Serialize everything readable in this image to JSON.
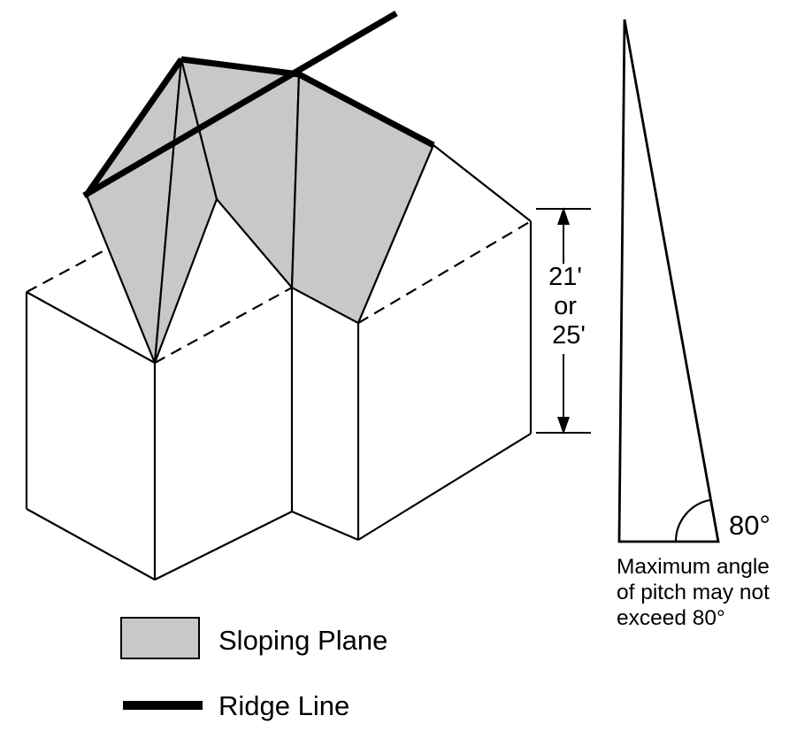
{
  "figure": {
    "dimension": {
      "lines": [
        "21'",
        "or",
        "25'"
      ]
    },
    "angle": {
      "label": "80°"
    },
    "pitch_note": {
      "lines": [
        "Maximum angle",
        "of pitch may not",
        "exceed 80°"
      ]
    },
    "legend": {
      "sloping_plane": "Sloping Plane",
      "ridge_line": "Ridge Line"
    },
    "colors": {
      "sloping_plane_fill": "#c8c8c8",
      "line": "#000000",
      "background": "#ffffff"
    }
  }
}
